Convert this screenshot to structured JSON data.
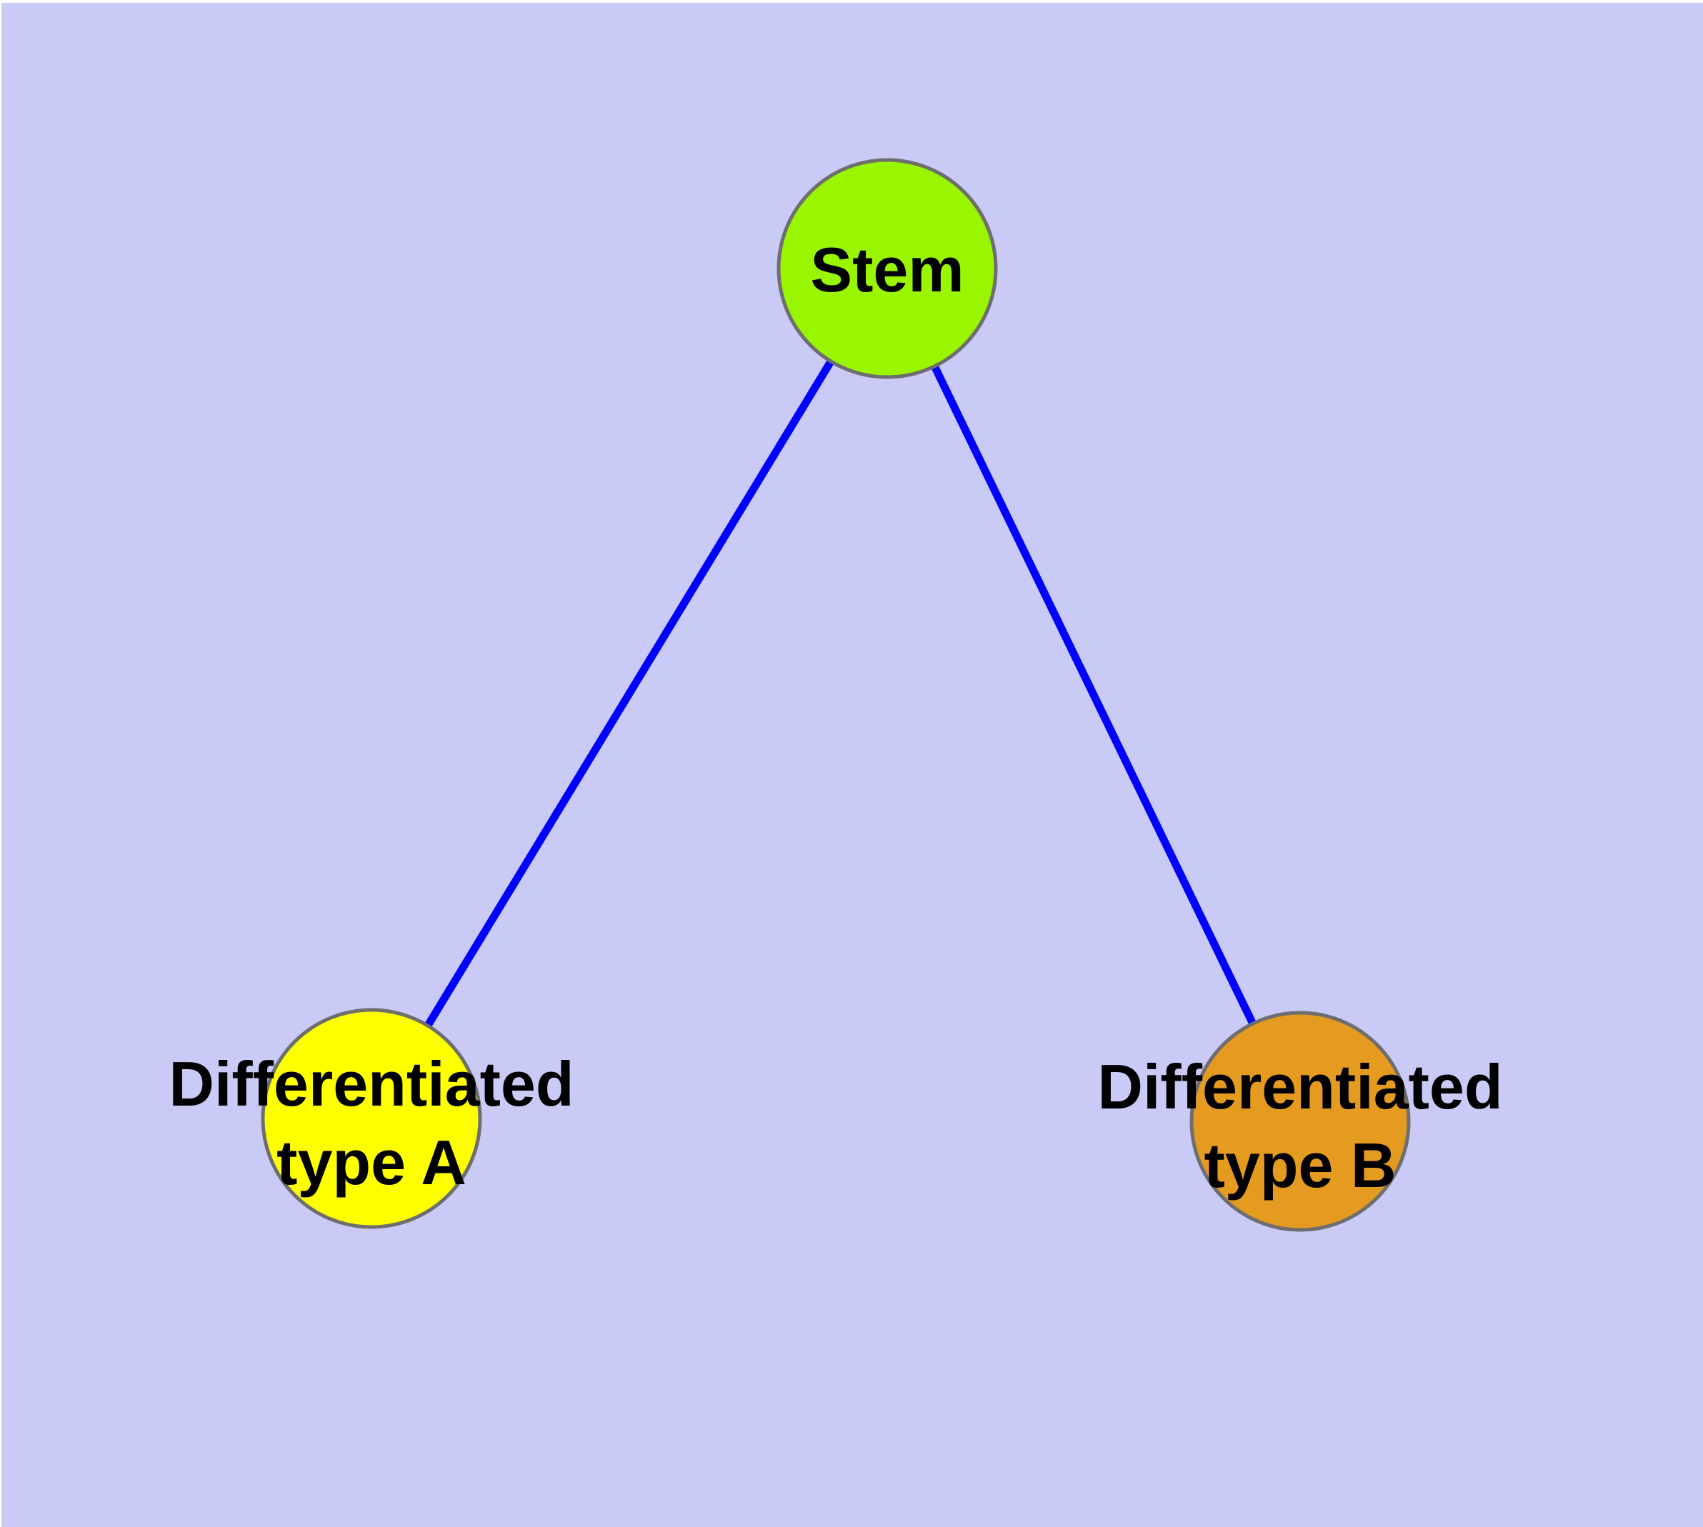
{
  "diagram": {
    "description": "Cell differentiation graph",
    "background_color": "#CACAF7",
    "edge_color": "#0000FF",
    "node_border_color": "#6E6E6E",
    "text_color": "#000000",
    "nodes": [
      {
        "id": "stem",
        "label": "Stem",
        "lines": [
          "Stem"
        ],
        "fill_color": "#9AF500"
      },
      {
        "id": "differentiated-type-a",
        "label": "Differentiated type A",
        "lines": [
          "Differentiated",
          "type A"
        ],
        "fill_color": "#FFFF00"
      },
      {
        "id": "differentiated-type-b",
        "label": "Differentiated type B",
        "lines": [
          "Differentiated",
          "type B"
        ],
        "fill_color": "#E49B20"
      }
    ],
    "edges": [
      {
        "from": "Stem",
        "to": "Differentiated type A"
      },
      {
        "from": "Stem",
        "to": "Differentiated type B"
      }
    ]
  }
}
